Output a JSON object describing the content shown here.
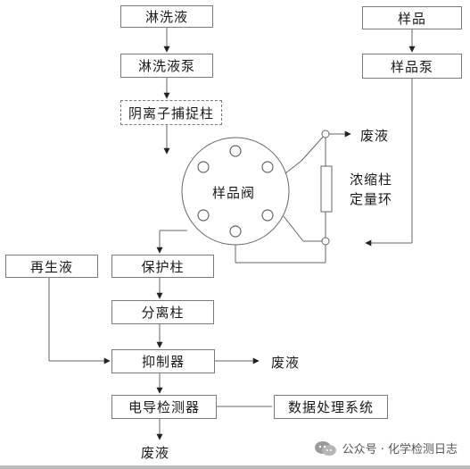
{
  "diagram": {
    "eluent": "淋洗液",
    "eluent_pump": "淋洗液泵",
    "anion_trap": "阴离子捕捉柱",
    "sample": "样品",
    "sample_pump": "样品泵",
    "waste_top": "废液",
    "sample_valve": "样品阀",
    "concentrator": "浓缩柱",
    "loop": "定量环",
    "regenerant": "再生液",
    "guard_column": "保护柱",
    "separation_column": "分离柱",
    "suppressor": "抑制器",
    "waste_mid": "废液",
    "conductivity_detector": "电导检测器",
    "data_system": "数据处理系统",
    "waste_bottom": "废液"
  },
  "watermark": {
    "text": "公众号 · 化学检测日志",
    "icon": "wechat-icon"
  }
}
